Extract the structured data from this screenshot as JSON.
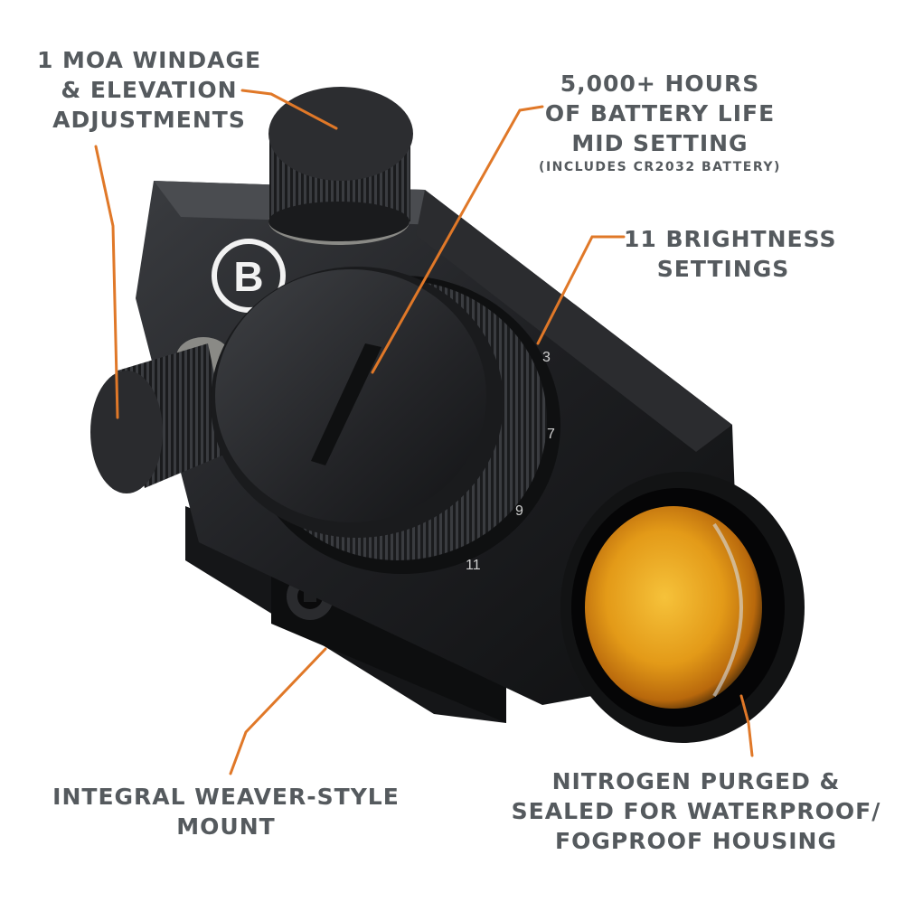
{
  "callouts": {
    "windage": {
      "lines": [
        "1 MOA WINDAGE",
        "& ELEVATION",
        "ADJUSTMENTS"
      ]
    },
    "battery": {
      "lines": [
        "5,000+ HOURS",
        "OF BATTERY LIFE",
        "MID SETTING"
      ],
      "note": "(INCLUDES CR2032 BATTERY)"
    },
    "brightness": {
      "lines": [
        "11 BRIGHTNESS",
        "SETTINGS"
      ]
    },
    "mount": {
      "lines": [
        "INTEGRAL WEAVER-STYLE",
        "MOUNT"
      ]
    },
    "housing": {
      "lines": [
        "NITROGEN PURGED &",
        "SEALED FOR WATERPROOF/",
        "FOGPROOF HOUSING"
      ]
    }
  },
  "brand_mark": "B",
  "colors": {
    "text": "#555a5e",
    "leader": "#e07828",
    "body": "#1c1d1f",
    "lens": "#e8a020"
  }
}
